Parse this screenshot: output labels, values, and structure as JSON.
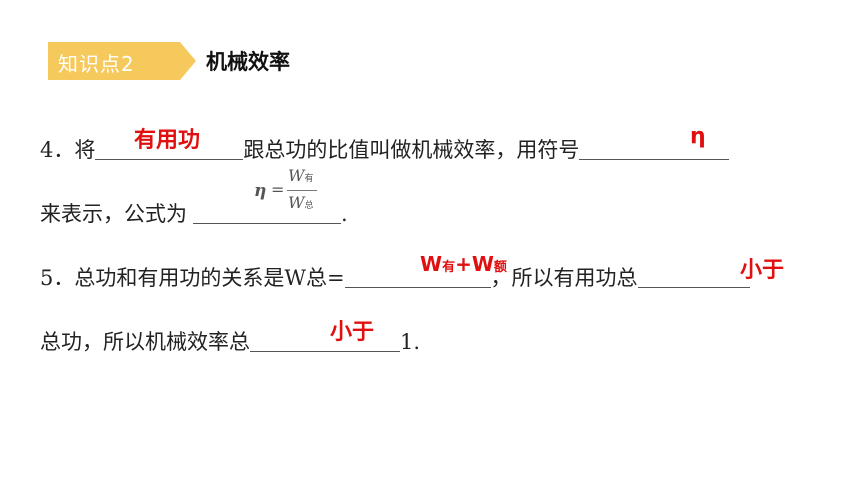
{
  "header": {
    "tag_label": "知识点2",
    "topic_title": "机械效率",
    "tag_color": "#f6c95c"
  },
  "q4": {
    "line1_prefix": "4．将",
    "line1_middle": "跟总功的比值叫做机械效率，用符号",
    "answer_1": "有用功",
    "answer_2": "η",
    "line2_prefix": "来表示，公式为",
    "line2_suffix": ".",
    "formula": {
      "symbol": "η",
      "equals": "=",
      "numerator": "W",
      "numerator_sub": "有",
      "denominator": "W",
      "denominator_sub": "总"
    }
  },
  "q5": {
    "line1_prefix": "5．总功和有用功的关系是W总=",
    "line1_middle": "，所以有用功总",
    "answer_1_a": "W",
    "answer_1_a_sub": "有",
    "answer_1_plus": "+W",
    "answer_1_b_sub": "额",
    "answer_2": "小于",
    "line2_prefix": "总功，所以机械效率总",
    "line2_suffix": "1.",
    "answer_3": "小于"
  },
  "colors": {
    "answer": "#e01010"
  }
}
